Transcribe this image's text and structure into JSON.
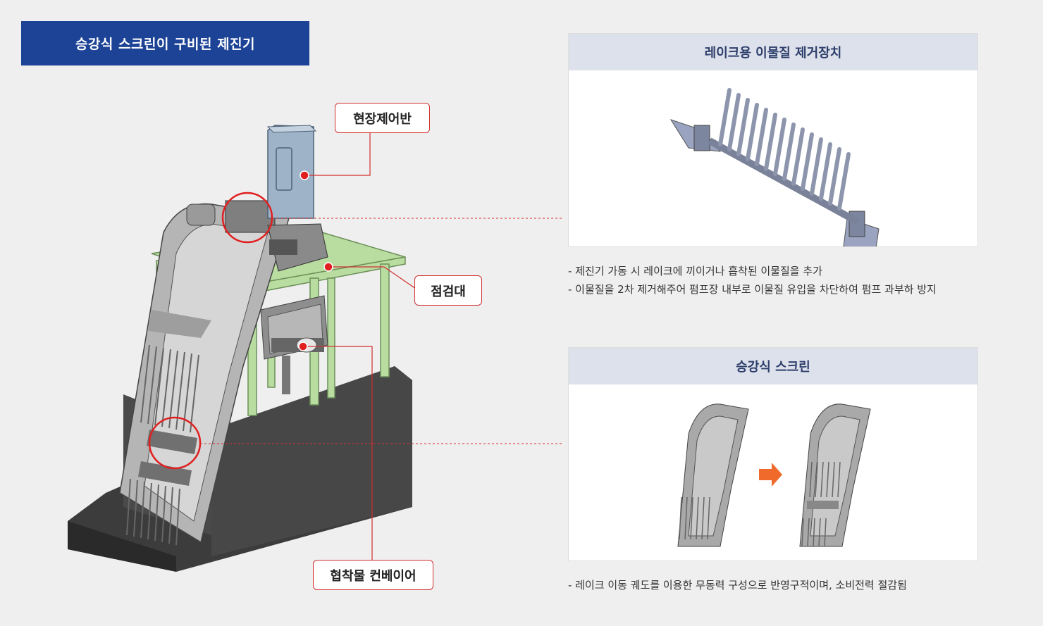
{
  "title": "승강식 스크린이 구비된 제진기",
  "callouts": {
    "control_panel": "현장제어반",
    "platform": "점검대",
    "conveyor": "협착물 컨베이어"
  },
  "panel_rake": {
    "heading": "레이크용 이물질 제거장치",
    "bullets": [
      "- 제진기 가동 시 레이크에 끼이거나 흡착된 이물질을 추가",
      "- 이물질을 2차 제거해주어 펌프장 내부로 이물질 유입을 차단하여 펌프 과부하 방지"
    ]
  },
  "panel_screen": {
    "heading": "승강식 스크린",
    "bullets": [
      "- 레이크 이동 궤도를 이용한 무동력 구성으로 반영구적이며, 소비전력 절감됨"
    ]
  },
  "colors": {
    "title_bg": "#1d4396",
    "accent_red": "#d32f2f",
    "panel_head_bg": "#dde1eb",
    "panel_head_text": "#2d3e6b",
    "arrow_orange": "#ef6a2b",
    "platform_green": "#b9dca0"
  }
}
